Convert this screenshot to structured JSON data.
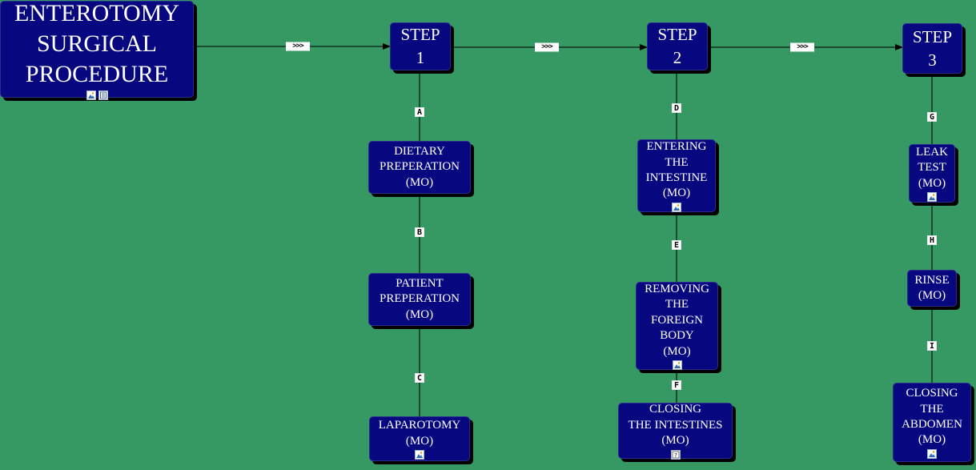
{
  "colors": {
    "background": "#369863",
    "node_fill": "#07087f",
    "node_text": "#ffffff",
    "shadow": "#000000",
    "connector": "#000000",
    "label_fill": "#ffffff"
  },
  "title_node": {
    "label": "ENTEROTOMY\nSURGICAL\nPROCEDURE",
    "icons": [
      "image-icon",
      "document-icon"
    ]
  },
  "flow_arrow_label": ">>>",
  "steps": [
    {
      "label": "STEP\n1"
    },
    {
      "label": "STEP\n2"
    },
    {
      "label": "STEP\n3"
    }
  ],
  "substeps": {
    "step1": [
      {
        "label": "DIETARY\nPREPERATION\n(MO)",
        "link": "A",
        "icons": []
      },
      {
        "label": "PATIENT\nPREPERATION\n(MO)",
        "link": "B",
        "icons": []
      },
      {
        "label": "LAPAROTOMY\n(MO)",
        "link": "C",
        "icons": [
          "image-icon"
        ]
      }
    ],
    "step2": [
      {
        "label": "ENTERING\nTHE\nINTESTINE\n(MO)",
        "link": "D",
        "icons": [
          "image-icon"
        ]
      },
      {
        "label": "REMOVING\nTHE\nFOREIGN\nBODY\n(MO)",
        "link": "E",
        "icons": [
          "image-icon"
        ]
      },
      {
        "label": "CLOSING\nTHE INTESTINES\n(MO)",
        "link": "F",
        "icons": [
          "question-icon"
        ]
      }
    ],
    "step3": [
      {
        "label": "LEAK\nTEST\n(MO)",
        "link": "G",
        "icons": [
          "image-icon"
        ]
      },
      {
        "label": "RINSE\n(MO)",
        "link": "H",
        "icons": []
      },
      {
        "label": "CLOSING\nTHE\nABDOMEN\n(MO)",
        "link": "I",
        "icons": [
          "image-icon"
        ]
      }
    ]
  }
}
